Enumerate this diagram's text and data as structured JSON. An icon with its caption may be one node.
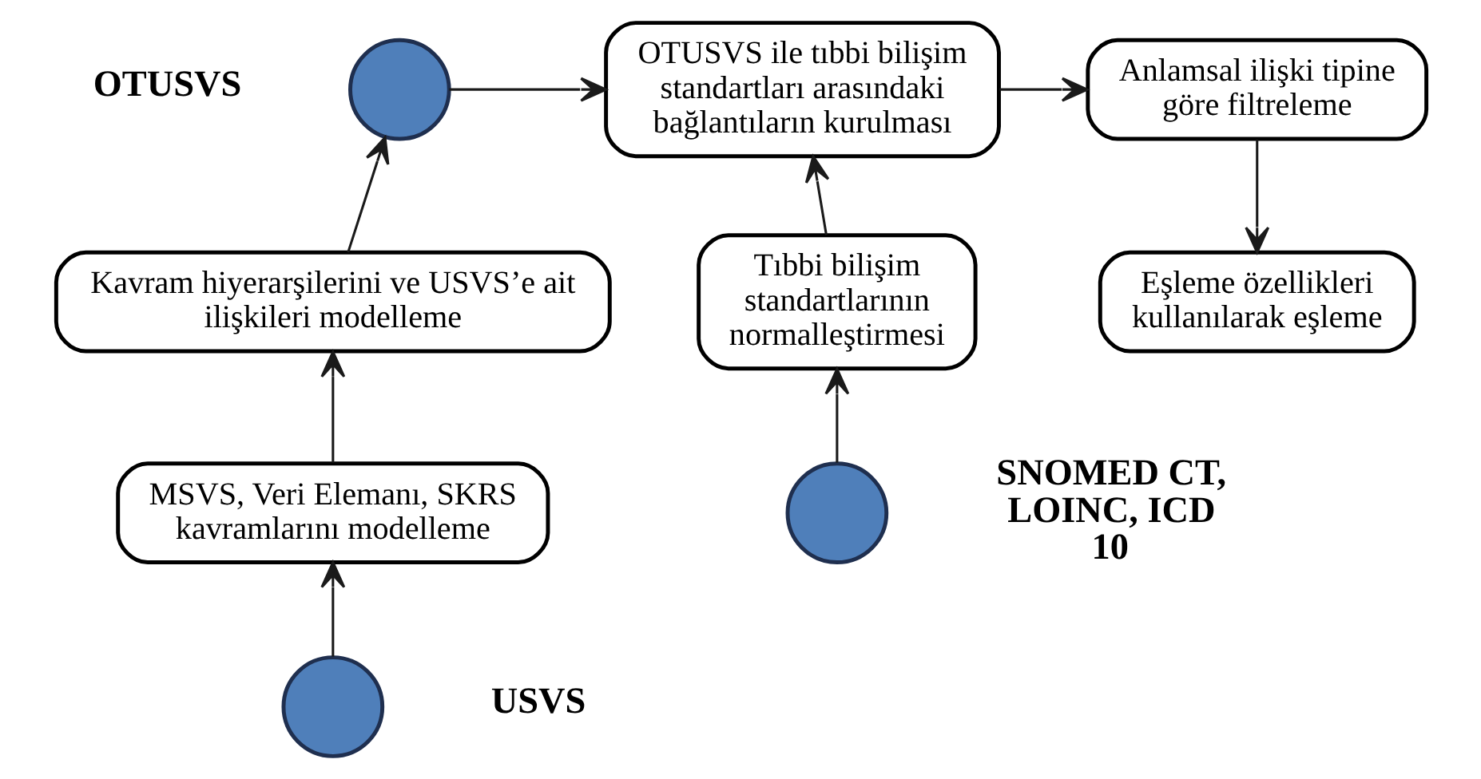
{
  "diagram": {
    "nodes": [
      {
        "text": [],
        "shape": "circle",
        "beside": [
          "OTUSVS"
        ]
      },
      {
        "text": [
          "OTUSVS ile tıbbi bilişim standartları arasındaki bağlantıların kurulması"
        ]
      },
      {
        "text": [
          "Anlamsal ilişki tipine göre filtreleme"
        ]
      },
      {
        "text": [
          "Kavram hiyerarşilerini ve USVS’e ait ilişkileri modelleme"
        ]
      },
      {
        "text": [
          "Tıbbi bilişim standartlarının normalleştirmesi"
        ]
      },
      {
        "text": [
          "Eşleme özellikleri kullanılarak eşleme"
        ]
      },
      {
        "text": [
          "MSVS, Veri Elemanı, SKRS kavramlarını modelleme"
        ]
      },
      {
        "text": [],
        "shape": "circle",
        "beside": [
          "SNOMED CT, LOINC, ICD 10"
        ]
      },
      {
        "text": [],
        "shape": "circle",
        "beside": [
          "USVS"
        ]
      }
    ],
    "edges": [
      {
        "from": 8,
        "to": 6,
        "arrow": "to"
      },
      {
        "from": 6,
        "to": 3,
        "arrow": "to"
      },
      {
        "from": 3,
        "to": 0,
        "arrow": "to"
      },
      {
        "from": 0,
        "to": 1,
        "arrow": "to"
      },
      {
        "from": 7,
        "to": 4,
        "arrow": "to"
      },
      {
        "from": 4,
        "to": 1,
        "arrow": "to"
      },
      {
        "from": 1,
        "to": 2,
        "arrow": "to"
      },
      {
        "from": 2,
        "to": 5,
        "arrow": "to"
      }
    ]
  }
}
